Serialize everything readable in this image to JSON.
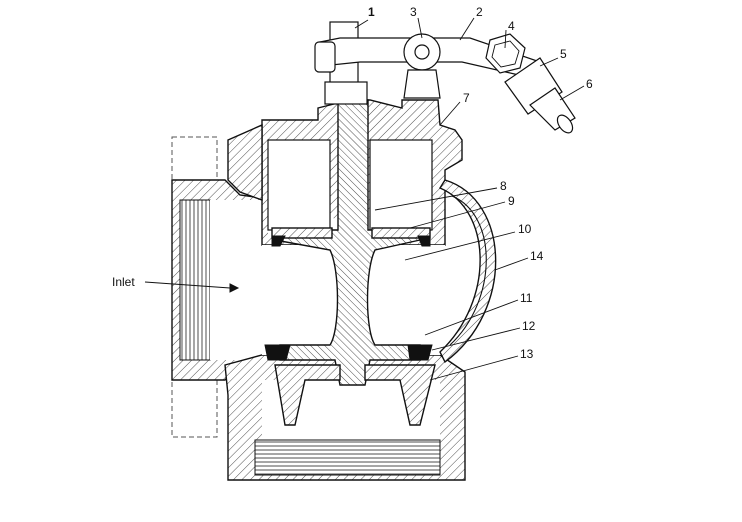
{
  "labels": {
    "l1": "1",
    "l2": "2",
    "l3": "3",
    "l4": "4",
    "l5": "5",
    "l6": "6",
    "l7": "7",
    "l8": "8",
    "l9": "9",
    "l10": "10",
    "l11": "11",
    "l12": "12",
    "l13": "13",
    "l14": "14",
    "inlet": "Inlet"
  }
}
